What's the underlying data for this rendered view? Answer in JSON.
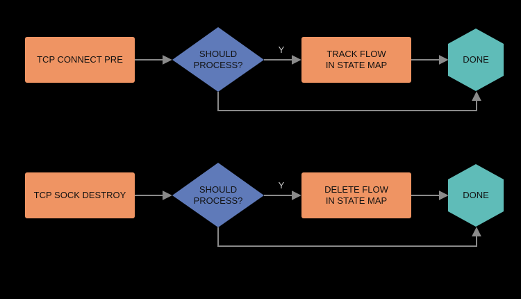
{
  "colors": {
    "background": "#000000",
    "process_box": "#ef9463",
    "decision": "#5f7ab9",
    "terminal": "#5fbcb8",
    "edge": "#8a8a8a",
    "text": "#111111"
  },
  "flows": [
    {
      "start": "TCP CONNECT PRE",
      "decision": [
        "SHOULD",
        "PROCESS?"
      ],
      "yes_label": "Y",
      "action": [
        "TRACK FLOW",
        "IN STATE MAP"
      ],
      "end": "DONE"
    },
    {
      "start": "TCP SOCK DESTROY",
      "decision": [
        "SHOULD",
        "PROCESS?"
      ],
      "yes_label": "Y",
      "action": [
        "DELETE FLOW",
        "IN STATE MAP"
      ],
      "end": "DONE"
    }
  ]
}
